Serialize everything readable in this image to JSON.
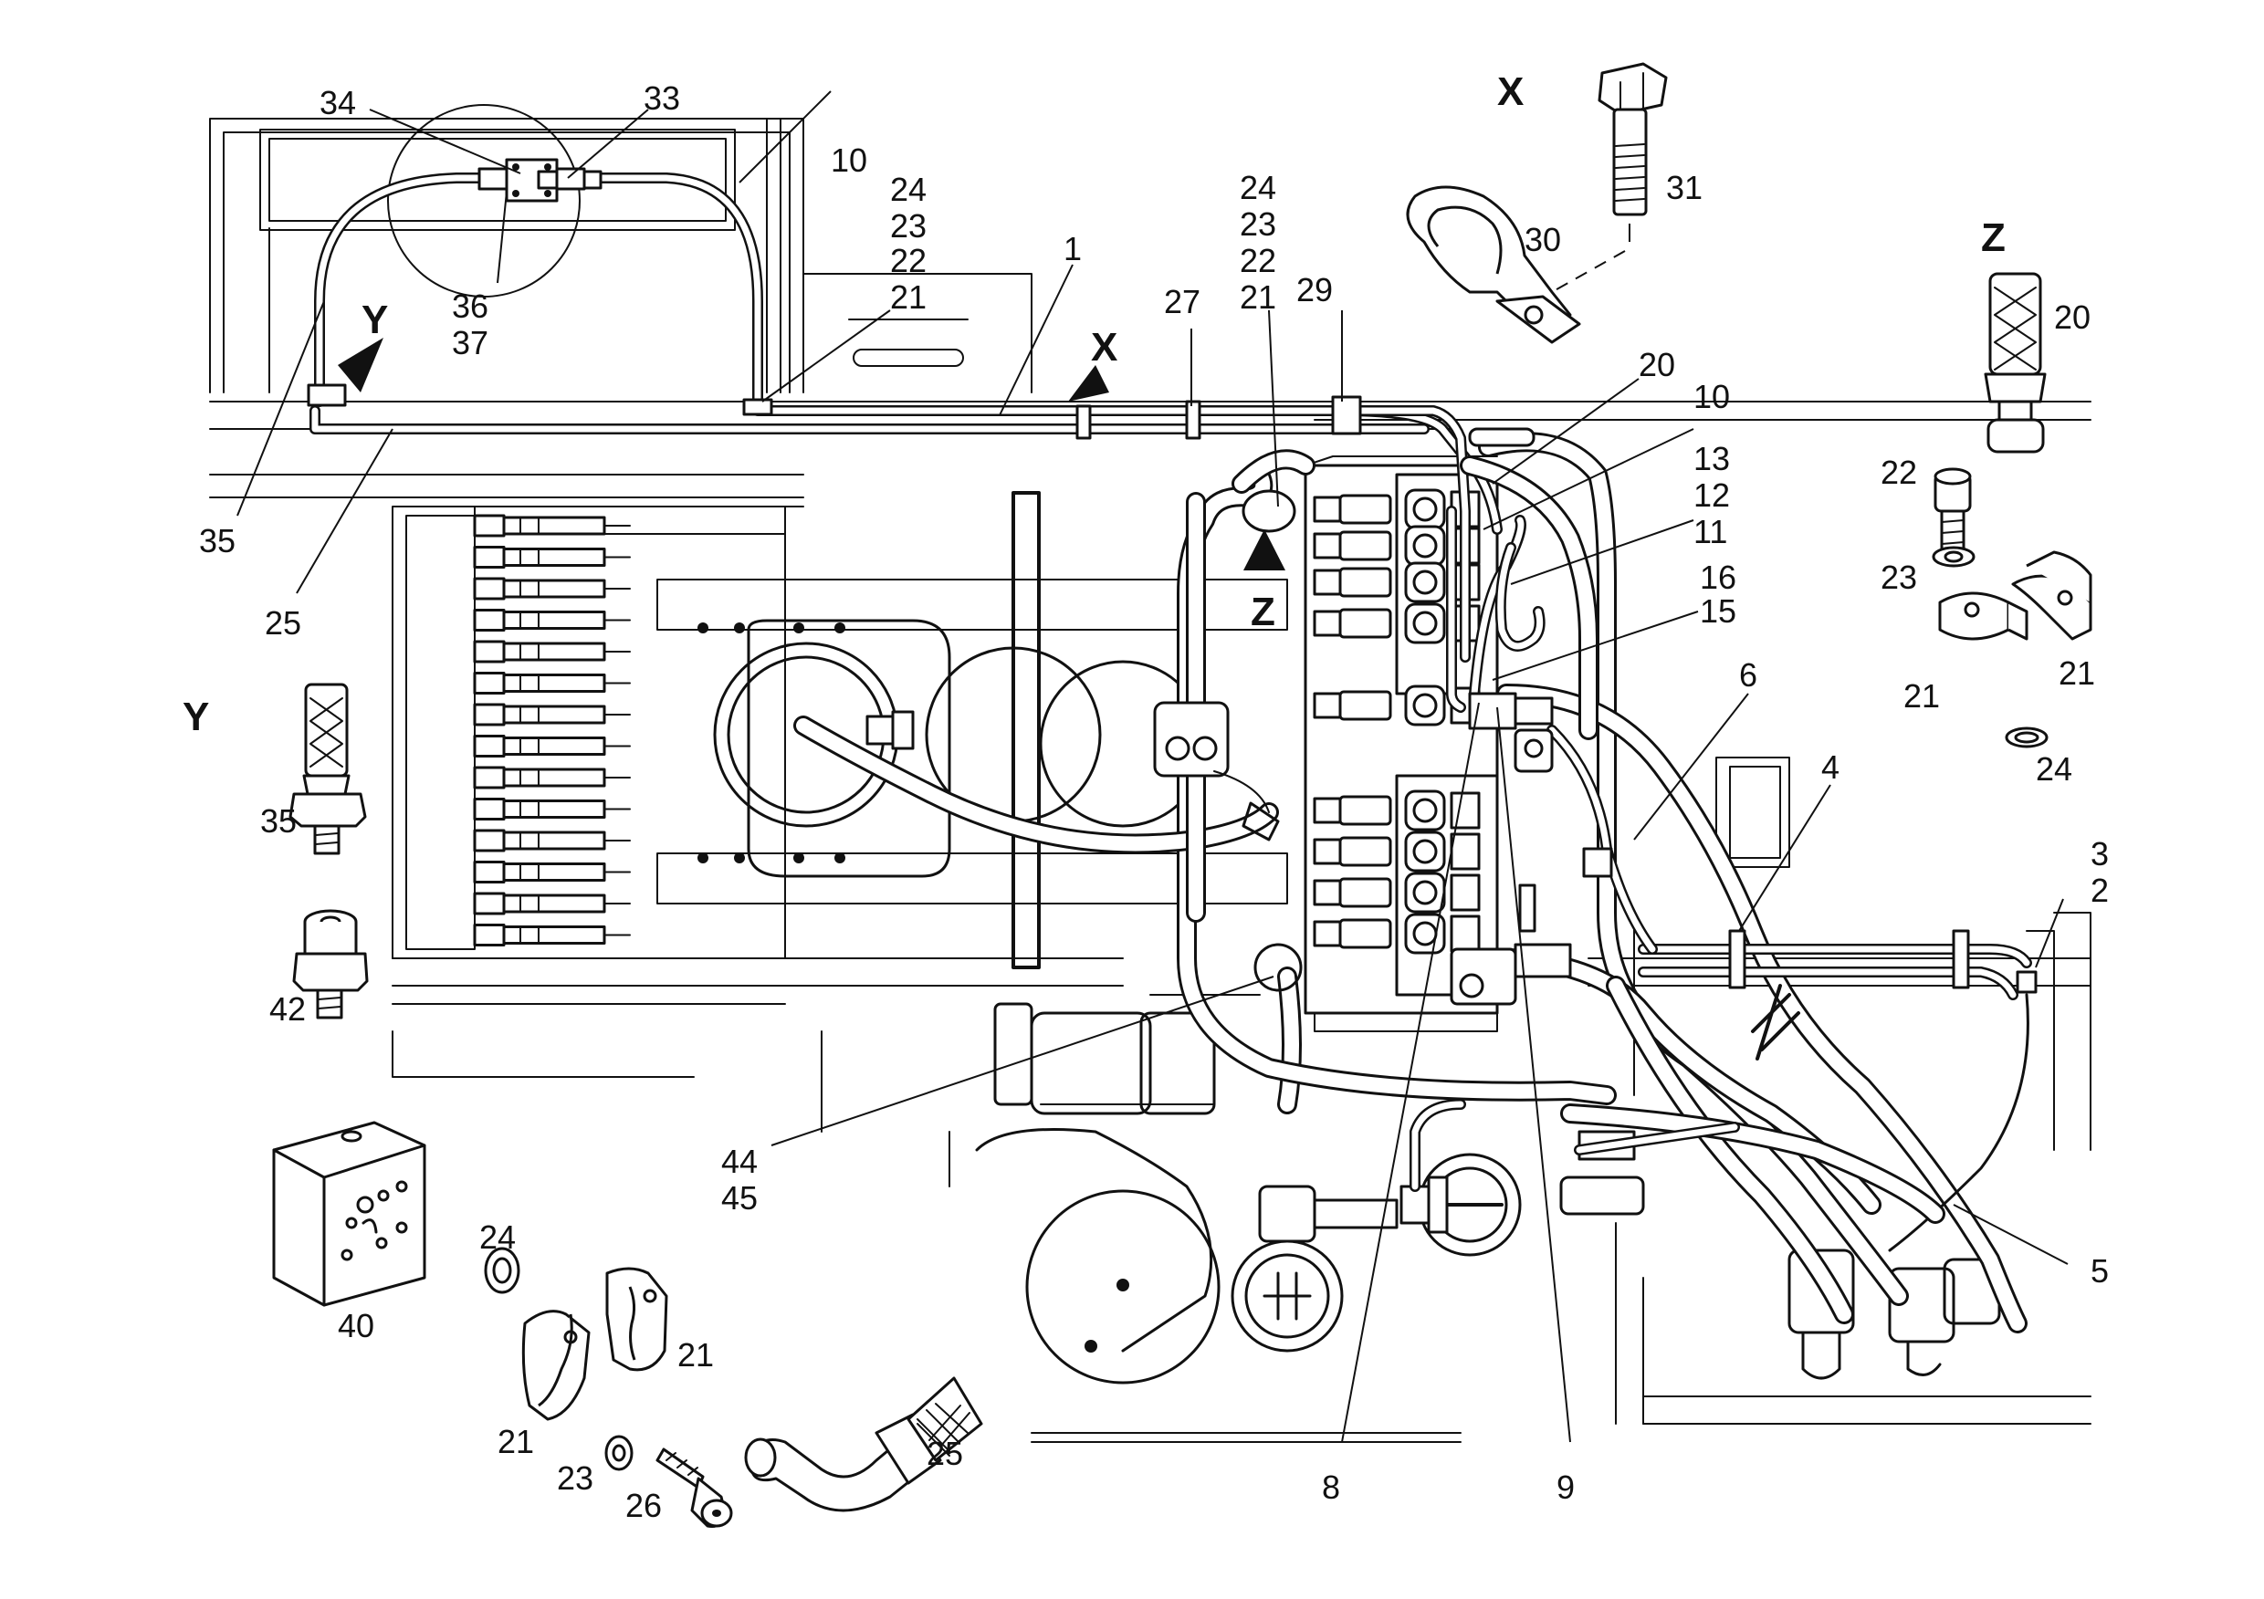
{
  "callouts": {
    "c34": "34",
    "c33": "33",
    "c10a": "10",
    "c24a": "24",
    "c23a": "23",
    "c22a": "22",
    "c21a": "21",
    "c36": "36",
    "c37": "37",
    "c35a": "35",
    "c25a": "25",
    "c1": "1",
    "c27": "27",
    "c24b": "24",
    "c23b": "23",
    "c22b": "22",
    "c21b": "21",
    "c29": "29",
    "c31": "31",
    "c30": "30",
    "c20a": "20",
    "c10b": "10",
    "c13": "13",
    "c12": "12",
    "c11": "11",
    "c16": "16",
    "c15": "15",
    "c6": "6",
    "c4": "4",
    "c3": "3",
    "c2": "2",
    "c5": "5",
    "c20b": "20",
    "c22c": "22",
    "c23c": "23",
    "c21c": "21",
    "c21d": "21",
    "c24c": "24",
    "c35b": "35",
    "c42": "42",
    "c44": "44",
    "c45": "45",
    "c40": "40",
    "c24d": "24",
    "c21e": "21",
    "c21f": "21",
    "c23d": "23",
    "c26": "26",
    "c25b": "25",
    "c8": "8",
    "c9": "9"
  },
  "views": {
    "x_main": "X",
    "y_main": "Y",
    "z_main": "Z",
    "x_detail": "X",
    "y_detail": "Y",
    "z_detail": "Z"
  },
  "icons": {
    "view-arrow": "black-triangle",
    "fitting": "threaded-hose-fitting",
    "clamp": "p-clamp",
    "bolt": "hex-bolt",
    "block": "distribution-block"
  }
}
